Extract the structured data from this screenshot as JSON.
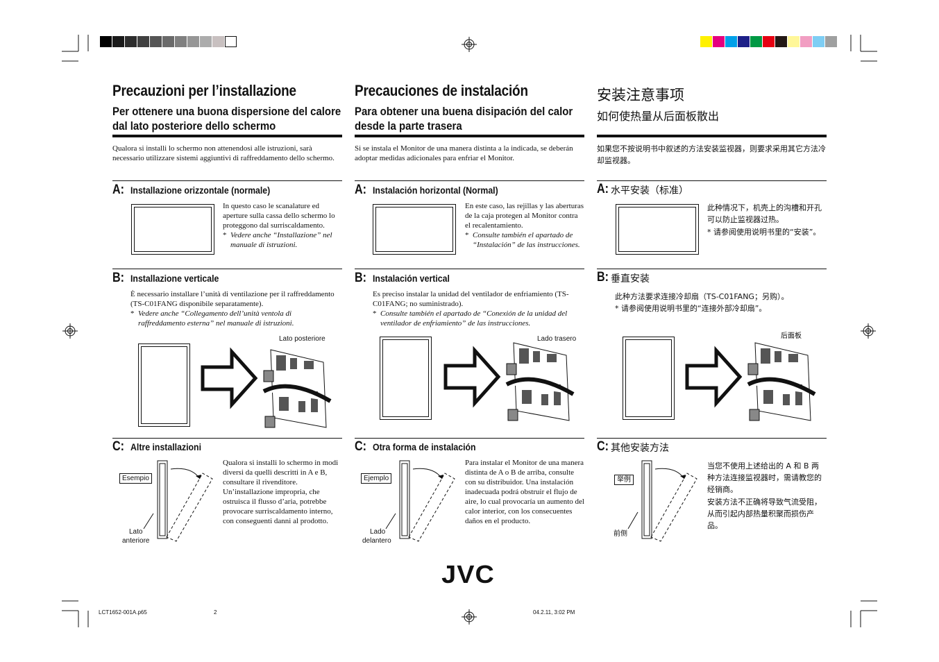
{
  "italian": {
    "title": "Precauzioni per l’installazione",
    "subtitle": "Per ottenere una buona dispersione del calore dal lato posteriore dello schermo",
    "intro": "Qualora si installi lo schermo non attenendosi alle istruzioni, sarà necessario utilizzare sistemi aggiuntivi di raffreddamento dello schermo.",
    "a_letter": "A:",
    "a_title": "Installazione orizzontale (normale)",
    "a_text": "In questo caso le scanalature ed aperture sulla cassa dello schermo lo proteggono dal surriscaldamento.",
    "a_note": "Vedere anche “Installazione” nel manuale di istruzioni.",
    "b_letter": "B:",
    "b_title": "Installazione verticale",
    "b_text": "È necessario installare l’unità di ventilazione per il raffreddamento (TS-C01FANG disponibile separatamente).",
    "b_note": "Vedere anche “Collegamento dell’unità ventola di raffreddamento esterna” nel manuale di istruzioni.",
    "b_label": "Lato posteriore",
    "c_letter": "C:",
    "c_title": "Altre installazioni",
    "c_text": "Qualora si installi lo schermo in modi diversi da quelli descritti in A e B, consultare il rivenditore. Un’installazione impropria, che ostruisca il flusso d’aria, potrebbe provocare surriscaldamento interno, con conseguenti danni al prodotto.",
    "c_example": "Esempio",
    "c_front_1": "Lato",
    "c_front_2": "anteriore"
  },
  "spanish": {
    "title": "Precauciones de instalación",
    "subtitle": "Para obtener una buena disipación del calor desde la parte trasera",
    "intro": "Si se instala el Monitor de una manera distinta a la indicada, se deberán adoptar medidas adicionales para enfriar el Monitor.",
    "a_letter": "A:",
    "a_title": "Instalación horizontal (Normal)",
    "a_text": "En este caso, las rejillas y las aberturas de la caja protegen al Monitor contra el recalentamiento.",
    "a_note": "Consulte también el apartado de “Instalación” de las instrucciones.",
    "b_letter": "B:",
    "b_title": "Instalación vertical",
    "b_text": "Es preciso instalar la unidad del ventilador de enfriamiento (TS-C01FANG; no suministrado).",
    "b_note": "Consulte también el apartado de “Conexión de la unidad del ventilador de enfriamiento” de las instrucciones.",
    "b_label": "Lado trasero",
    "c_letter": "C:",
    "c_title": "Otra forma de instalación",
    "c_text": "Para instalar el Monitor de una manera distinta de A o B de arriba, consulte con su distribuidor. Una instalación inadecuada podrá obstruir el flujo de aire, lo cual provocaría un aumento del calor interior, con los consecuentes daños en el producto.",
    "c_example": "Ejemplo",
    "c_front_1": "Lado",
    "c_front_2": "delantero"
  },
  "chinese": {
    "title": "安装注意事项",
    "subtitle": "如何使热量从后面板散出",
    "intro": "如果您不按说明书中叙述的方法安装监视器，则要求采用其它方法冷却监视器。",
    "a_letter": "A:",
    "a_title": "水平安装（标准）",
    "a_text": "此种情况下，机壳上的沟槽和开孔可以防止监视器过热。",
    "a_note": "请参阅使用说明书里的“安装”。",
    "b_letter": "B:",
    "b_title": "垂直安装",
    "b_text": "此种方法要求连接冷却扇（TS-C01FANG；另购）。",
    "b_note": "请参阅使用说明书里的“连接外部冷却扇”。",
    "b_label": "后面板",
    "c_letter": "C:",
    "c_title": "其他安装方法",
    "c_text": "当您不使用上述给出的 A 和 B 两种方法连接监视器时，需请教您的经销商。",
    "c_text2": "安装方法不正确将导致气流受阻，从而引起内部热量积聚而损伤产品。",
    "c_example": "举例",
    "c_front": "前侧"
  },
  "logo": "JVC",
  "footer": {
    "file": "LCT1652-001A.p65",
    "page": "2",
    "date": "04.2.11, 3:02 PM"
  },
  "note_marker": "*",
  "colors": {
    "gray_bar": [
      "#000000",
      "#1a1a1a",
      "#2d2d2d",
      "#404040",
      "#555555",
      "#6a6a6a",
      "#808080",
      "#969696",
      "#acacac",
      "#c3c3c3",
      "#ffffff"
    ],
    "color_bar": [
      "#fff100",
      "#e5007f",
      "#00a0e9",
      "#1d2088",
      "#009944",
      "#e60012",
      "#231815",
      "#fff799",
      "#f19ec2",
      "#7ecef4",
      "#9fa0a0"
    ]
  }
}
